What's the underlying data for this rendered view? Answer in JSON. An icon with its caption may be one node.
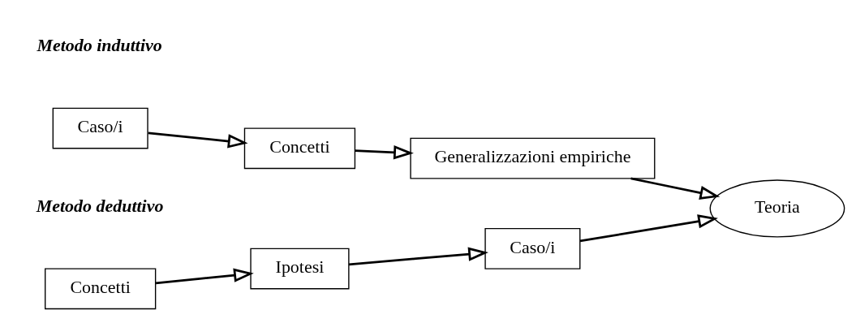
{
  "diagram": {
    "nodes": [
      {
        "text": [
          "Concetti"
        ]
      },
      {
        "text": [
          "Ipotesi"
        ]
      },
      {
        "text": [
          "Caso/i"
        ]
      },
      {
        "text": [
          "Teoria"
        ]
      },
      {
        "text": [
          "Caso/i"
        ]
      },
      {
        "text": [
          "Concetti"
        ]
      },
      {
        "text": [
          "Generalizzazioni empiriche"
        ]
      }
    ],
    "edges": [
      {
        "from": 0,
        "to": 1,
        "arrow": "to"
      },
      {
        "from": 1,
        "to": 2,
        "arrow": "to"
      },
      {
        "from": 2,
        "to": 3,
        "arrow": "to"
      },
      {
        "from": 4,
        "to": 5,
        "arrow": "to"
      },
      {
        "from": 5,
        "to": 6,
        "arrow": "to"
      },
      {
        "from": 6,
        "to": 3,
        "arrow": "to"
      }
    ],
    "labels": [
      "Metodo deduttivo",
      "Metodo induttivo"
    ]
  }
}
